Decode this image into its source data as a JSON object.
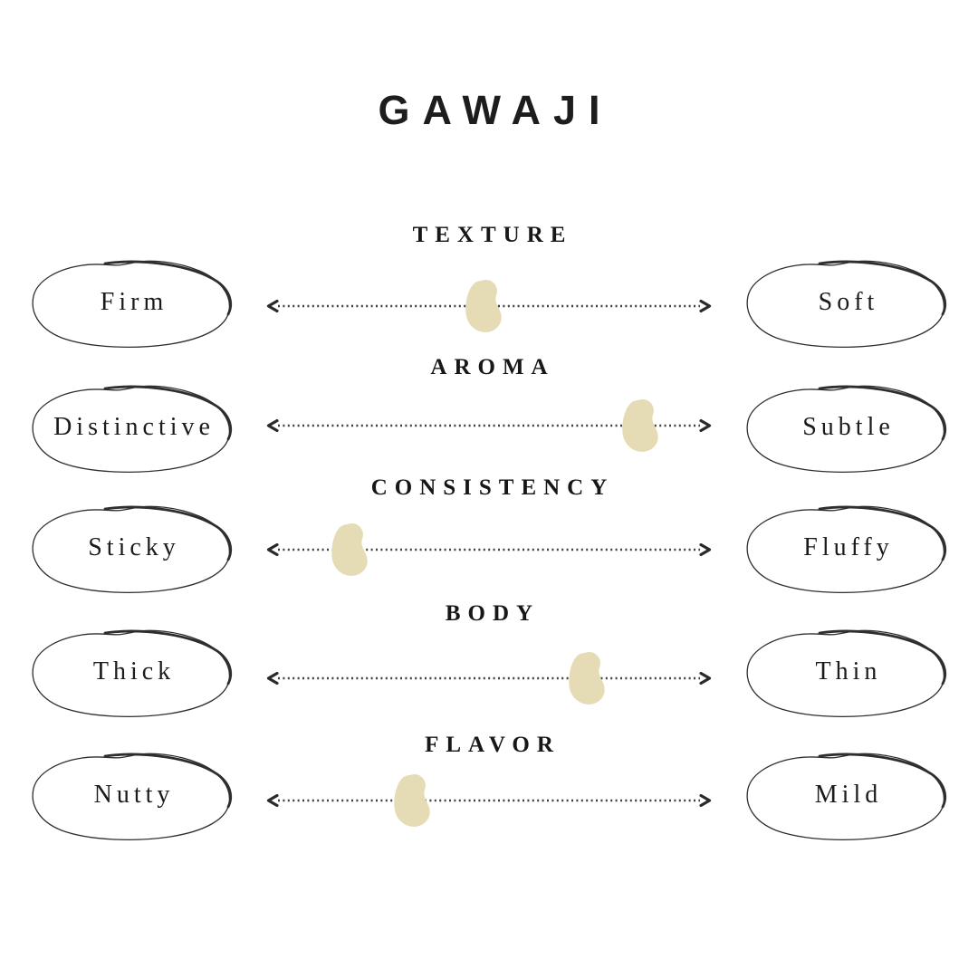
{
  "title": "GAWAJI",
  "colors": {
    "background": "#ffffff",
    "marker_fill": "#e5dbb4",
    "line": "#3f3f3f",
    "arrow": "#2a2a2a",
    "blob_stroke": "#2e2e2e",
    "text": "#1c1c1c"
  },
  "icons": {
    "marker": "rice-grain",
    "scale_ends": "double-arrow"
  },
  "rows": [
    {
      "attribute": "TEXTURE",
      "left": "Firm",
      "right": "Soft",
      "marker_pos_pct": 49
    },
    {
      "attribute": "AROMA",
      "left": "Distinctive",
      "right": "Subtle",
      "marker_pos_pct": 84
    },
    {
      "attribute": "CONSISTENCY",
      "left": "Sticky",
      "right": "Fluffy",
      "marker_pos_pct": 19
    },
    {
      "attribute": "BODY",
      "left": "Thick",
      "right": "Thin",
      "marker_pos_pct": 72
    },
    {
      "attribute": "FLAVOR",
      "left": "Nutty",
      "right": "Mild",
      "marker_pos_pct": 33
    }
  ]
}
